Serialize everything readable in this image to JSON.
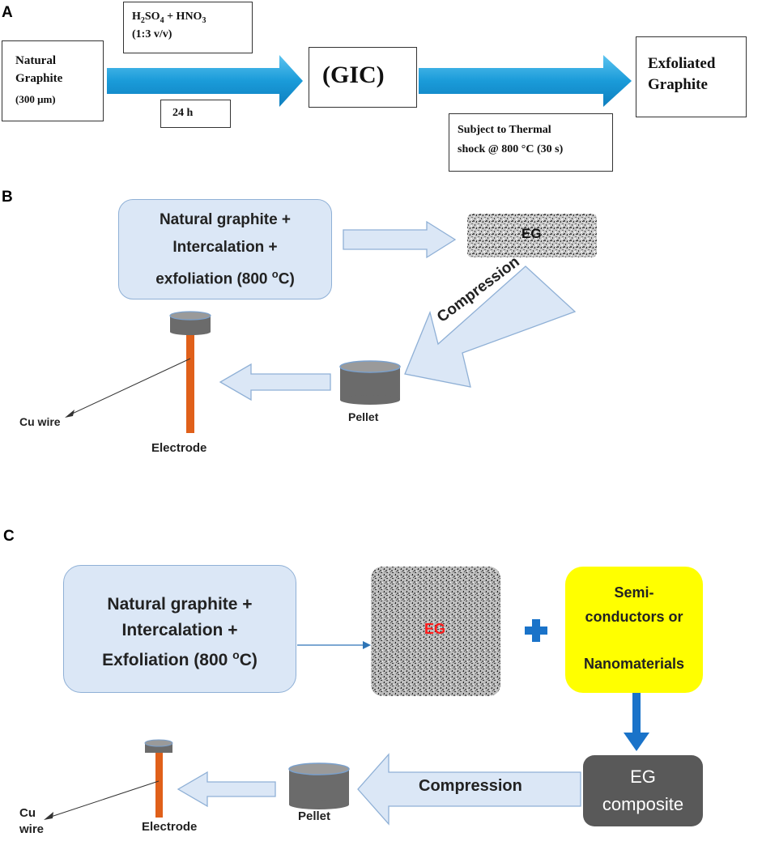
{
  "panel_a": {
    "letter": "A",
    "box_natural": [
      "Natural",
      "Graphite",
      "(300 μm)"
    ],
    "box_acid": {
      "line1_h": "H",
      "line1_sub1": "2",
      "line1_so": "SO",
      "line1_sub2": "4",
      "line1_rest": " + HNO",
      "line1_sub3": "3",
      "line2": "(1:3 v/v)"
    },
    "box_time": "24 h",
    "box_gic": "(GIC)",
    "box_exfoliated": [
      "Exfoliated",
      "Graphite"
    ],
    "box_thermal": [
      "Subject to Thermal",
      "shock @ 800 °C (30 s)"
    ],
    "arrow_color": "#1fa3e0"
  },
  "panel_b": {
    "letter": "B",
    "process_box": [
      "Natural graphite +",
      "Intercalation +",
      "exfoliation (800 ",
      "o",
      "C)"
    ],
    "eg_label": "EG",
    "compression_label": "Compression",
    "pellet_label": "Pellet",
    "cu_wire_label": "Cu wire",
    "electrode_label": "Electrode",
    "arrow_fill": "#dbe7f6",
    "electrode_color": "#e0601a",
    "cap_color": "#6b6b6b"
  },
  "panel_c": {
    "letter": "C",
    "process_box": [
      "Natural graphite +",
      "Intercalation +",
      "Exfoliation (800 ",
      "o",
      "C)"
    ],
    "eg_label": "EG",
    "eg_label_color": "#ff1a1a",
    "plus_color": "#1a73c9",
    "semi_box": [
      "Semi-",
      "conductors or",
      "Nanomaterials"
    ],
    "semi_box_color": "#ffff00",
    "composite_box": [
      "EG",
      "composite"
    ],
    "composite_color": "#595959",
    "compression_label": "Compression",
    "pellet_label": "Pellet",
    "cu_label": [
      "Cu",
      "wire"
    ],
    "electrode_label": "Electrode"
  }
}
